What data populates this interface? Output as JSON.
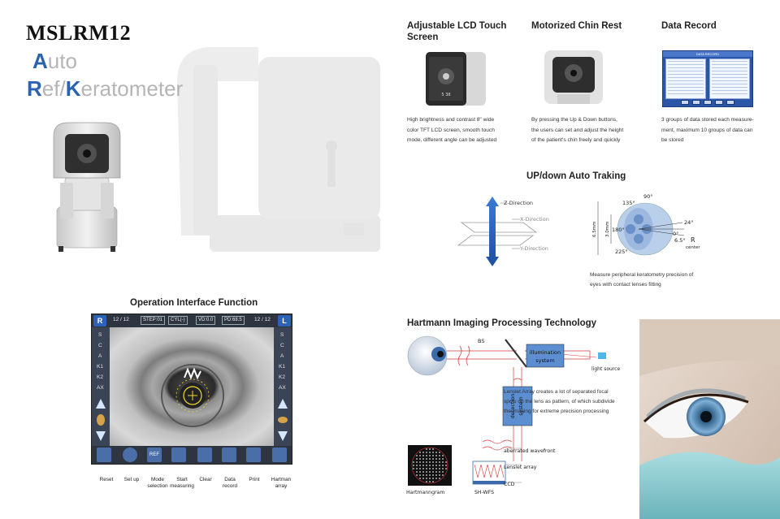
{
  "title": {
    "model": "MSLRM12",
    "line1_cap": "A",
    "line1_rest": "uto",
    "line2_cap1": "R",
    "line2_mid": "ef/",
    "line2_cap2": "K",
    "line2_rest": "eratometer"
  },
  "features": [
    {
      "title_line1": "Adjustable LCD Touch",
      "title_line2": "Screen",
      "text": [
        "High brightness and contrast 8\" wide",
        "color TFT LCD screen, smooth touch",
        "mode, different angle can be adjusted"
      ]
    },
    {
      "title_line1": "Motorized Chin Rest",
      "text": [
        "By pressing the Up & Down buttons,",
        "the users can set and adjust the height",
        "of the patient's chin freely and quickly"
      ]
    },
    {
      "title_line1": "Data Record",
      "text": [
        "3 groups of data stored each measure-",
        "ment, maximum 10 groups of data can",
        "be stored"
      ]
    }
  ],
  "lcd_screen_label": "5 38",
  "data_record_header": "DATA RECORD",
  "tracking": {
    "title": "UP/down Auto Traking",
    "z": "Z-Direction",
    "x": "X-Direction",
    "y": "Y-Direction",
    "a90": "90°",
    "a135": "135°",
    "a180": "180°",
    "a225": "225°",
    "a24": "24°",
    "a0": "0°",
    "a65": "6.5°",
    "r": "R",
    "center": "center",
    "d3": "3.0mm",
    "d6": "6.5mm",
    "caption": [
      "Measure peripheral keratometry precision of",
      "eyes with contact lenses fitting"
    ]
  },
  "operation": {
    "title": "Operation Interface Function",
    "badge_r": "R",
    "badge_l": "L",
    "count_left": "12 / 12",
    "count_right": "12 / 12",
    "step": "STEP:01",
    "cyl": "CYL(-)",
    "vd": "VD:0.0",
    "pd": "PD:68.5",
    "side_labels": [
      "S",
      "C",
      "A",
      "K1",
      "K2",
      "AX"
    ],
    "ref_button": "REF",
    "buttons": [
      {
        "l1": "Reset",
        "l2": ""
      },
      {
        "l1": "Set up",
        "l2": ""
      },
      {
        "l1": "Mode",
        "l2": "selection"
      },
      {
        "l1": "Start",
        "l2": "measuring"
      },
      {
        "l1": "Clear",
        "l2": ""
      },
      {
        "l1": "Data",
        "l2": "record"
      },
      {
        "l1": "Print",
        "l2": ""
      },
      {
        "l1": "Hartman",
        "l2": "array"
      }
    ]
  },
  "hartmann": {
    "title": "Hartmann Imaging Processing Technology",
    "bs": "BS",
    "illum_l1": "illumination",
    "illum_l2": "system",
    "light_source": "light source",
    "detection_l1": "detection",
    "detection_l2": "system",
    "lenslet_text": [
      "Lenslet Array creates a lot of separated focal",
      "spots on the lens as pattern, of which subdivide",
      "the imaging for extreme precision processing"
    ],
    "aberrated": "aberrated wavefront",
    "lenslet_array": "Lenslet array",
    "ccd": "CCD",
    "hartmanngram": "Hartmanngram",
    "shwfs": "SH-WFS"
  },
  "colors": {
    "accent_blue": "#2a63b0",
    "ray_red": "#d63a3a",
    "box_blue": "#5b8fd1"
  }
}
